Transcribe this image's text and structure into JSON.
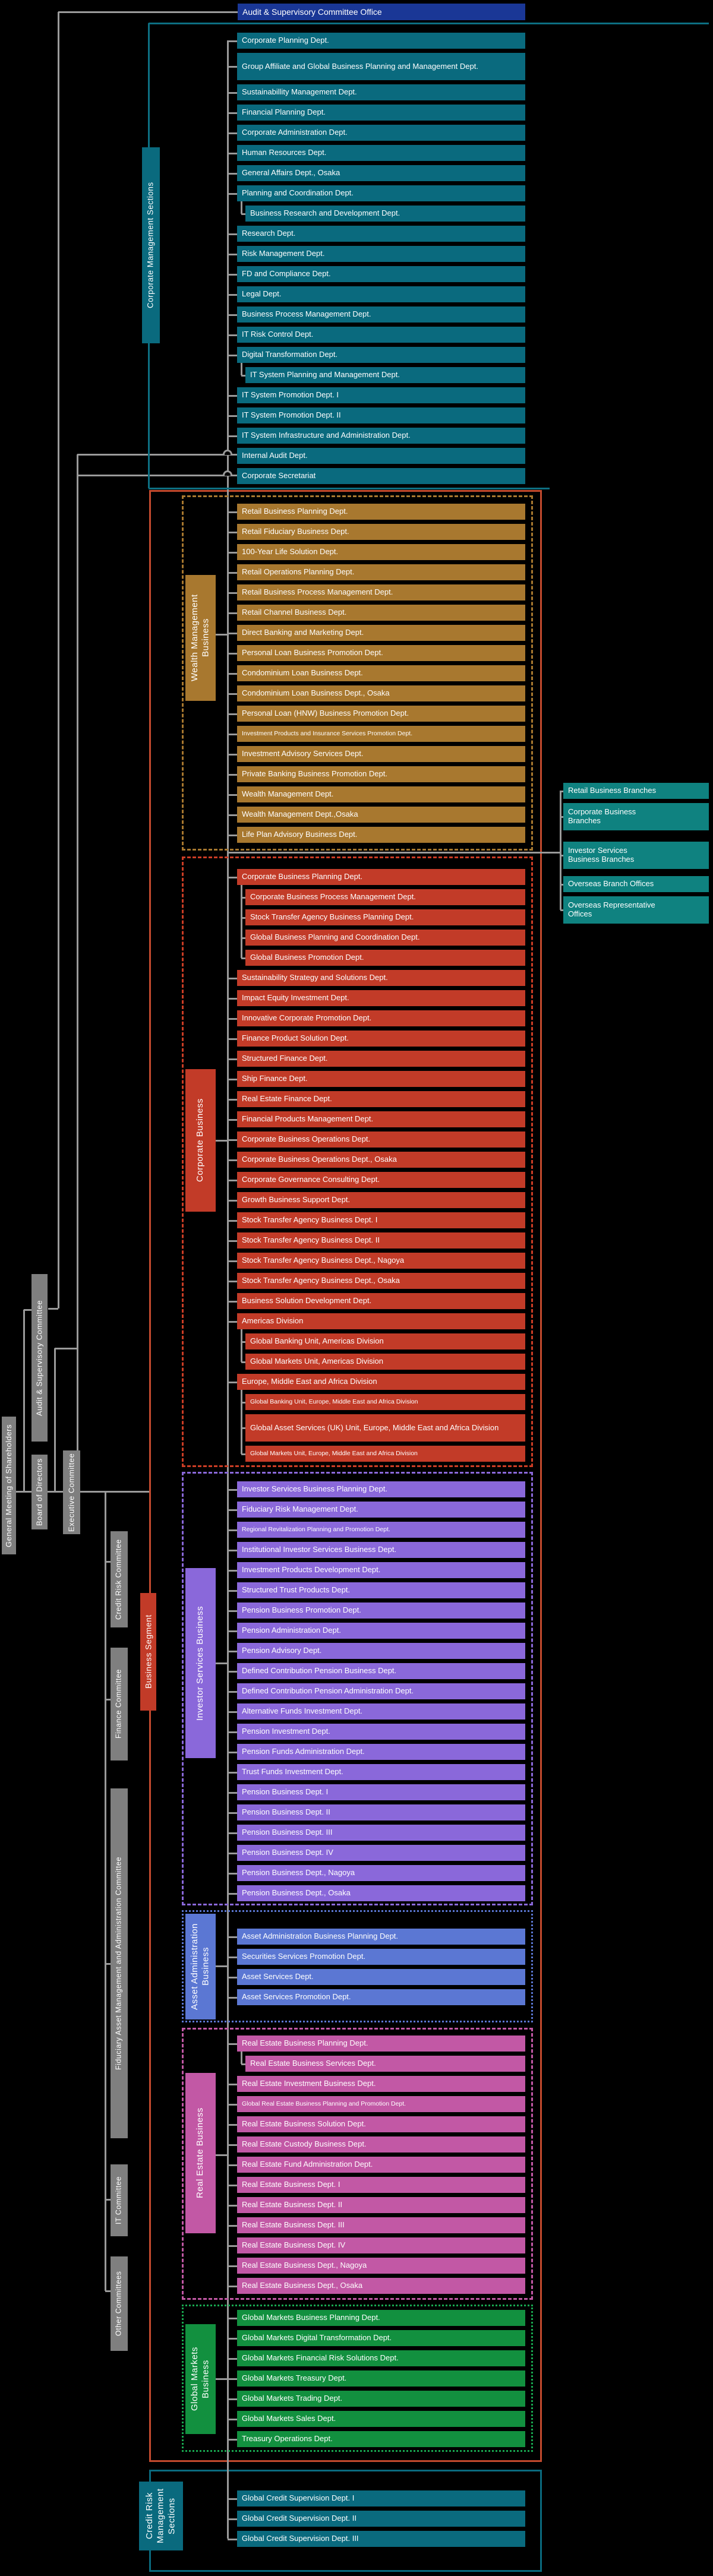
{
  "office": {
    "title": "Audit & Supervisory Committee Office",
    "color": "#1a3796"
  },
  "governance": [
    {
      "id": "general-meeting-of-shareholders",
      "label": "General Meeting of Shareholders"
    },
    {
      "id": "audit-supervisory-committee",
      "label": "Audit & Supervisory Committee"
    },
    {
      "id": "board-of-directors",
      "label": "Board of Directors"
    },
    {
      "id": "executive-committee",
      "label": "Executive Committee"
    }
  ],
  "committees": [
    {
      "label": "Credit Risk Committee"
    },
    {
      "label": "Finance Committee"
    },
    {
      "label": "Fiduciary Asset Management and Administration Committee"
    },
    {
      "label": "IT Committee"
    },
    {
      "label": "Other Committees"
    }
  ],
  "business_segment": {
    "label": "Business Segment",
    "color": "#c23b28",
    "frame_color": "#c34a2e"
  },
  "branches": [
    {
      "label": "Retail Business Branches"
    },
    {
      "label": "Corporate Business\nBranches"
    },
    {
      "label": "Investor Services\nBusiness Branches"
    },
    {
      "label": "Overseas Branch Offices"
    },
    {
      "label": "Overseas Representative\nOffices"
    }
  ],
  "branch_color": "#0f8280",
  "line_color": "#9a9a9a",
  "gray_color": "#7f7f7f",
  "sections": [
    {
      "id": "corporate-management",
      "label": "Corporate Management Sections",
      "color": "#0a6a7e",
      "items": [
        {
          "t": "Corporate Planning Dept."
        },
        {
          "t": "Group Affiliate and Global Business Planning and Management Dept.",
          "tall": true
        },
        {
          "t": "Sustainabillity Management Dept."
        },
        {
          "t": "Financial Planning Dept."
        },
        {
          "t": "Corporate Administration Dept."
        },
        {
          "t": "Human Resources Dept."
        },
        {
          "t": "General Affairs Dept., Osaka"
        },
        {
          "t": "Planning and Coordination Dept."
        },
        {
          "t": "Business Research and Development Dept.",
          "indent": true
        },
        {
          "t": "Research Dept."
        },
        {
          "t": "Risk Management Dept."
        },
        {
          "t": "FD and Compliance Dept."
        },
        {
          "t": "Legal Dept."
        },
        {
          "t": "Business Process Management Dept."
        },
        {
          "t": "IT Risk Control Dept."
        },
        {
          "t": "Digital Transformation Dept."
        },
        {
          "t": "IT System Planning and Management Dept.",
          "indent": true
        },
        {
          "t": "IT System Promotion Dept. I"
        },
        {
          "t": "IT System Promotion Dept. II"
        },
        {
          "t": "IT System Infrastructure and Administration Dept."
        },
        {
          "t": "Internal Audit Dept.",
          "longline": true
        },
        {
          "t": "Corporate Secretariat",
          "longline": true
        }
      ]
    },
    {
      "id": "wealth-management",
      "label": "Wealth Management Business",
      "color": "#a8782f",
      "border": "dashed",
      "items": [
        {
          "t": "Retail Business Planning Dept."
        },
        {
          "t": "Retail Fiduciary Business Dept."
        },
        {
          "t": "100-Year Life Solution Dept."
        },
        {
          "t": "Retail Operations Planning Dept."
        },
        {
          "t": "Retail Business Process Management Dept."
        },
        {
          "t": "Retail Channel Business Dept."
        },
        {
          "t": "Direct Banking and Marketing Dept."
        },
        {
          "t": "Personal Loan Business Promotion Dept."
        },
        {
          "t": "Condominium Loan Business Dept."
        },
        {
          "t": "Condominium Loan Business Dept., Osaka"
        },
        {
          "t": "Personal Loan (HNW) Business Promotion Dept."
        },
        {
          "t": "Investment Products and Insurance Services Promotion Dept.",
          "small": true
        },
        {
          "t": "Investment Advisory Services Dept."
        },
        {
          "t": "Private Banking Business Promotion Dept."
        },
        {
          "t": "Wealth Management Dept."
        },
        {
          "t": "Wealth Management Dept.,Osaka"
        },
        {
          "t": "Life Plan Advisory Business Dept."
        }
      ]
    },
    {
      "id": "corporate-business",
      "label": "Corporate Business",
      "color": "#c23b28",
      "border": "dashed",
      "border_color": "#cc3d25",
      "items": [
        {
          "t": "Corporate Business Planning Dept."
        },
        {
          "t": "Corporate Business Process Management Dept.",
          "indent": true
        },
        {
          "t": "Stock Transfer Agency Business Planning Dept.",
          "indent": true
        },
        {
          "t": "Global Business Planning and Coordination Dept.",
          "indent": true
        },
        {
          "t": "Global Business Promotion Dept.",
          "indent": true
        },
        {
          "t": "Sustainability Strategy and Solutions Dept."
        },
        {
          "t": "Impact Equity Investment Dept."
        },
        {
          "t": "Innovative Corporate Promotion Dept."
        },
        {
          "t": "Finance Product Solution Dept."
        },
        {
          "t": "Structured Finance Dept."
        },
        {
          "t": "Ship Finance Dept."
        },
        {
          "t": "Real Estate Finance Dept."
        },
        {
          "t": "Financial Products Management Dept."
        },
        {
          "t": "Corporate Business Operations Dept."
        },
        {
          "t": "Corporate Business Operations Dept., Osaka"
        },
        {
          "t": "Corporate Governance Consulting Dept."
        },
        {
          "t": "Growth Business Support Dept."
        },
        {
          "t": "Stock Transfer Agency Business Dept. I"
        },
        {
          "t": "Stock Transfer Agency Business Dept. II"
        },
        {
          "t": "Stock Transfer Agency Business Dept., Nagoya"
        },
        {
          "t": "Stock Transfer Agency Business Dept., Osaka"
        },
        {
          "t": "Business Solution Development Dept."
        },
        {
          "t": "Americas Division"
        },
        {
          "t": "Global Banking Unit, Americas Division",
          "indent": true
        },
        {
          "t": "Global Markets Unit, Americas Division",
          "indent": true
        },
        {
          "t": "Europe, Middle East and Africa Division"
        },
        {
          "t": "Global Banking Unit, Europe, Middle East and Africa Division",
          "indent": true,
          "small": true
        },
        {
          "t": "Global Asset Services (UK) Unit, Europe, Middle East and Africa Division",
          "indent": true,
          "tall": true
        },
        {
          "t": "Global Markets Unit, Europe, Middle East and Africa Division",
          "indent": true,
          "small": true
        }
      ]
    },
    {
      "id": "investor-services",
      "label": "Investor Services Business",
      "color": "#8a68da",
      "border": "dashed",
      "items": [
        {
          "t": "Investor Services Business Planning Dept."
        },
        {
          "t": "Fiduciary Risk Management Dept."
        },
        {
          "t": "Regional Revitalization Planning and Promotion Dept.",
          "small": true
        },
        {
          "t": "Institutional Investor Services Business Dept."
        },
        {
          "t": "Investment Products Development Dept."
        },
        {
          "t": "Structured Trust Products Dept."
        },
        {
          "t": "Pension Business Promotion Dept."
        },
        {
          "t": "Pension Administration Dept."
        },
        {
          "t": "Pension Advisory Dept."
        },
        {
          "t": "Defined Contribution Pension Business Dept."
        },
        {
          "t": "Defined Contribution Pension Administration Dept."
        },
        {
          "t": "Alternative Funds Investment Dept."
        },
        {
          "t": "Pension Investment Dept."
        },
        {
          "t": "Pension Funds Administration Dept."
        },
        {
          "t": "Trust Funds Investment Dept."
        },
        {
          "t": "Pension Business Dept. I"
        },
        {
          "t": "Pension Business Dept. II"
        },
        {
          "t": "Pension Business Dept. III"
        },
        {
          "t": "Pension Business Dept. IV"
        },
        {
          "t": "Pension Business Dept., Nagoya"
        },
        {
          "t": "Pension Business Dept., Osaka"
        }
      ]
    },
    {
      "id": "asset-administration",
      "label": "Asset Administration\nBusiness",
      "color": "#5b77d3",
      "border": "dotted",
      "items": [
        {
          "t": "Asset Administration Business Planning Dept."
        },
        {
          "t": "Securities Services Promotion Dept."
        },
        {
          "t": "Asset Services Dept."
        },
        {
          "t": "Asset Services Promotion Dept."
        }
      ]
    },
    {
      "id": "real-estate",
      "label": "Real Estate Business",
      "color": "#c258a5",
      "border": "dashed",
      "items": [
        {
          "t": "Real Estate Business Planning Dept."
        },
        {
          "t": "Real Estate Business Services Dept.",
          "indent": true
        },
        {
          "t": "Real Estate Investment Business Dept."
        },
        {
          "t": "Global Real Estate Business Planning and Promotion Dept.",
          "small": true
        },
        {
          "t": "Real Estate Business Solution Dept."
        },
        {
          "t": "Real Estate Custody Business Dept."
        },
        {
          "t": "Real Estate Fund Administration Dept."
        },
        {
          "t": "Real Estate Business Dept. I"
        },
        {
          "t": "Real Estate Business Dept. II"
        },
        {
          "t": "Real Estate Business Dept. III"
        },
        {
          "t": "Real Estate Business Dept. IV"
        },
        {
          "t": "Real Estate Business Dept., Nagoya"
        },
        {
          "t": "Real Estate Business Dept., Osaka"
        }
      ]
    },
    {
      "id": "global-markets",
      "label": "Global Markets\nBusiness",
      "color": "#12903f",
      "border": "dotted",
      "border_color": "#18a850",
      "items": [
        {
          "t": "Global Markets Business Planning Dept."
        },
        {
          "t": "Global Markets Digital Transformation Dept."
        },
        {
          "t": "Global Markets Financial Risk Solutions Dept."
        },
        {
          "t": "Global Markets Treasury Dept."
        },
        {
          "t": "Global Markets Trading Dept."
        },
        {
          "t": "Global Markets Sales Dept."
        },
        {
          "t": "Treasury Operations Dept."
        }
      ]
    },
    {
      "id": "credit-risk-management",
      "label": "Credit Risk\nManagement\nSections",
      "color": "#0a6a7e",
      "items": [
        {
          "t": "Global Credit Supervision Dept. I"
        },
        {
          "t": "Global Credit Supervision Dept. II"
        },
        {
          "t": "Global Credit Supervision Dept. III"
        }
      ]
    }
  ]
}
